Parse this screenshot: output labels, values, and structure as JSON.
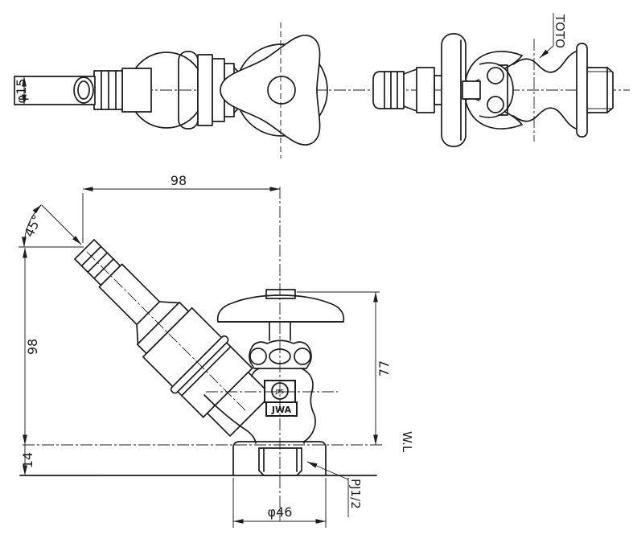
{
  "colors": {
    "background": "#ffffff",
    "line": "#1d1d1d"
  },
  "labels": {
    "brand": "TOTO",
    "water_line": "W.L",
    "thread_type": "PJ1/2",
    "logo_mark_top": "JIS",
    "logo_mark_bottom": "JWA"
  },
  "dimensions": {
    "outlet_diameter": "φ15",
    "spout_reach": "98",
    "spout_angle": "45°",
    "center_height": "98",
    "body_height": "77",
    "wall_clearance": "14",
    "flange_diameter": "φ46"
  }
}
